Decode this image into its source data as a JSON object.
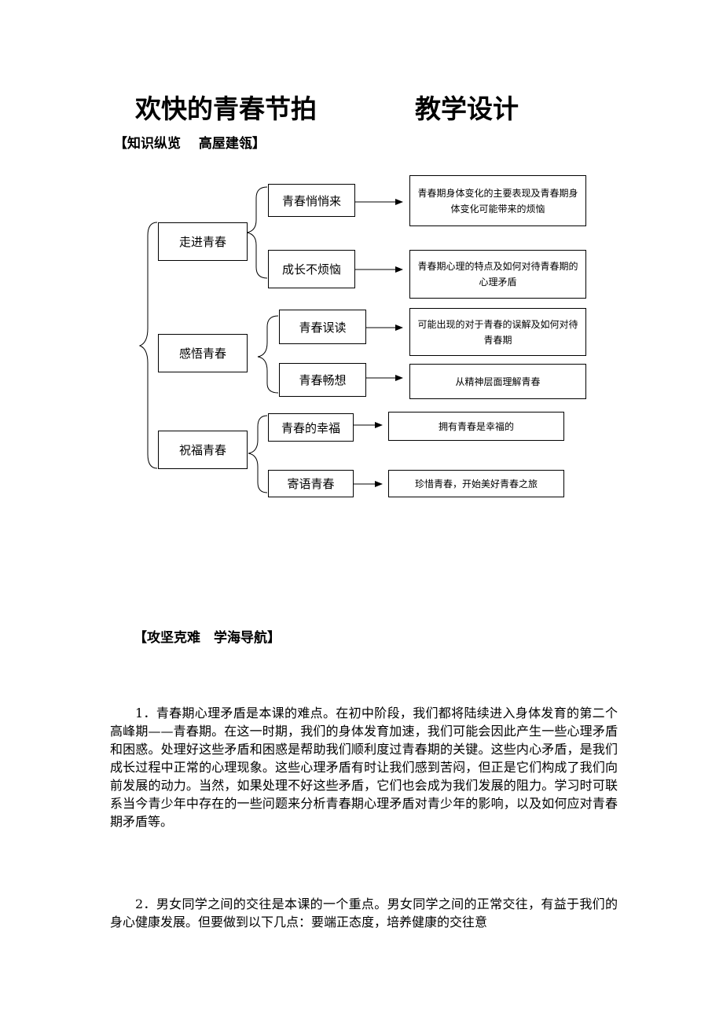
{
  "doc": {
    "title_left": "欢快的青春节拍",
    "title_right": "教学设计",
    "section1": "【知识纵览　 高屋建瓴】",
    "section2": "【攻坚克难　学海导航】"
  },
  "diagram": {
    "main": [
      "走进青春",
      "感悟青春",
      "祝福青春"
    ],
    "sub": [
      "青春悄悄来",
      "成长不烦恼",
      "青春误读",
      "青春畅想",
      "青春的幸福",
      "寄语青春"
    ],
    "desc": [
      "青春期身体变化的主要表现及青春期身体变化可能带来的烦恼",
      "青春期心理的特点及如何对待青春期的心理矛盾",
      "可能出现的对于青春的误解及如何对待青春期",
      "从精神层面理解青春",
      "拥有青春是幸福的",
      "珍惜青春，开始美好青春之旅"
    ]
  },
  "paragraphs": {
    "p1": "1．青春期心理矛盾是本课的难点。在初中阶段，我们都将陆续进入身体发育的第二个高峰期——青春期。在这一时期，我们的身体发育加速，我们可能会因此产生一些心理矛盾和困惑。处理好这些矛盾和困惑是帮助我们顺利度过青春期的关键。这些内心矛盾，是我们成长过程中正常的心理现象。这些心理矛盾有时让我们感到苦闷，但正是它们构成了我们向前发展的动力。当然，如果处理不好这些矛盾，它们也会成为我们发展的阻力。学习时可联系当今青少年中存在的一些问题来分析青春期心理矛盾对青少年的影响，以及如何应对青春期矛盾等。",
    "p2": "2．男女同学之间的交往是本课的一个重点。男女同学之间的正常交往，有益于我们的身心健康发展。但要做到以下几点：要端正态度，培养健康的交往意"
  }
}
